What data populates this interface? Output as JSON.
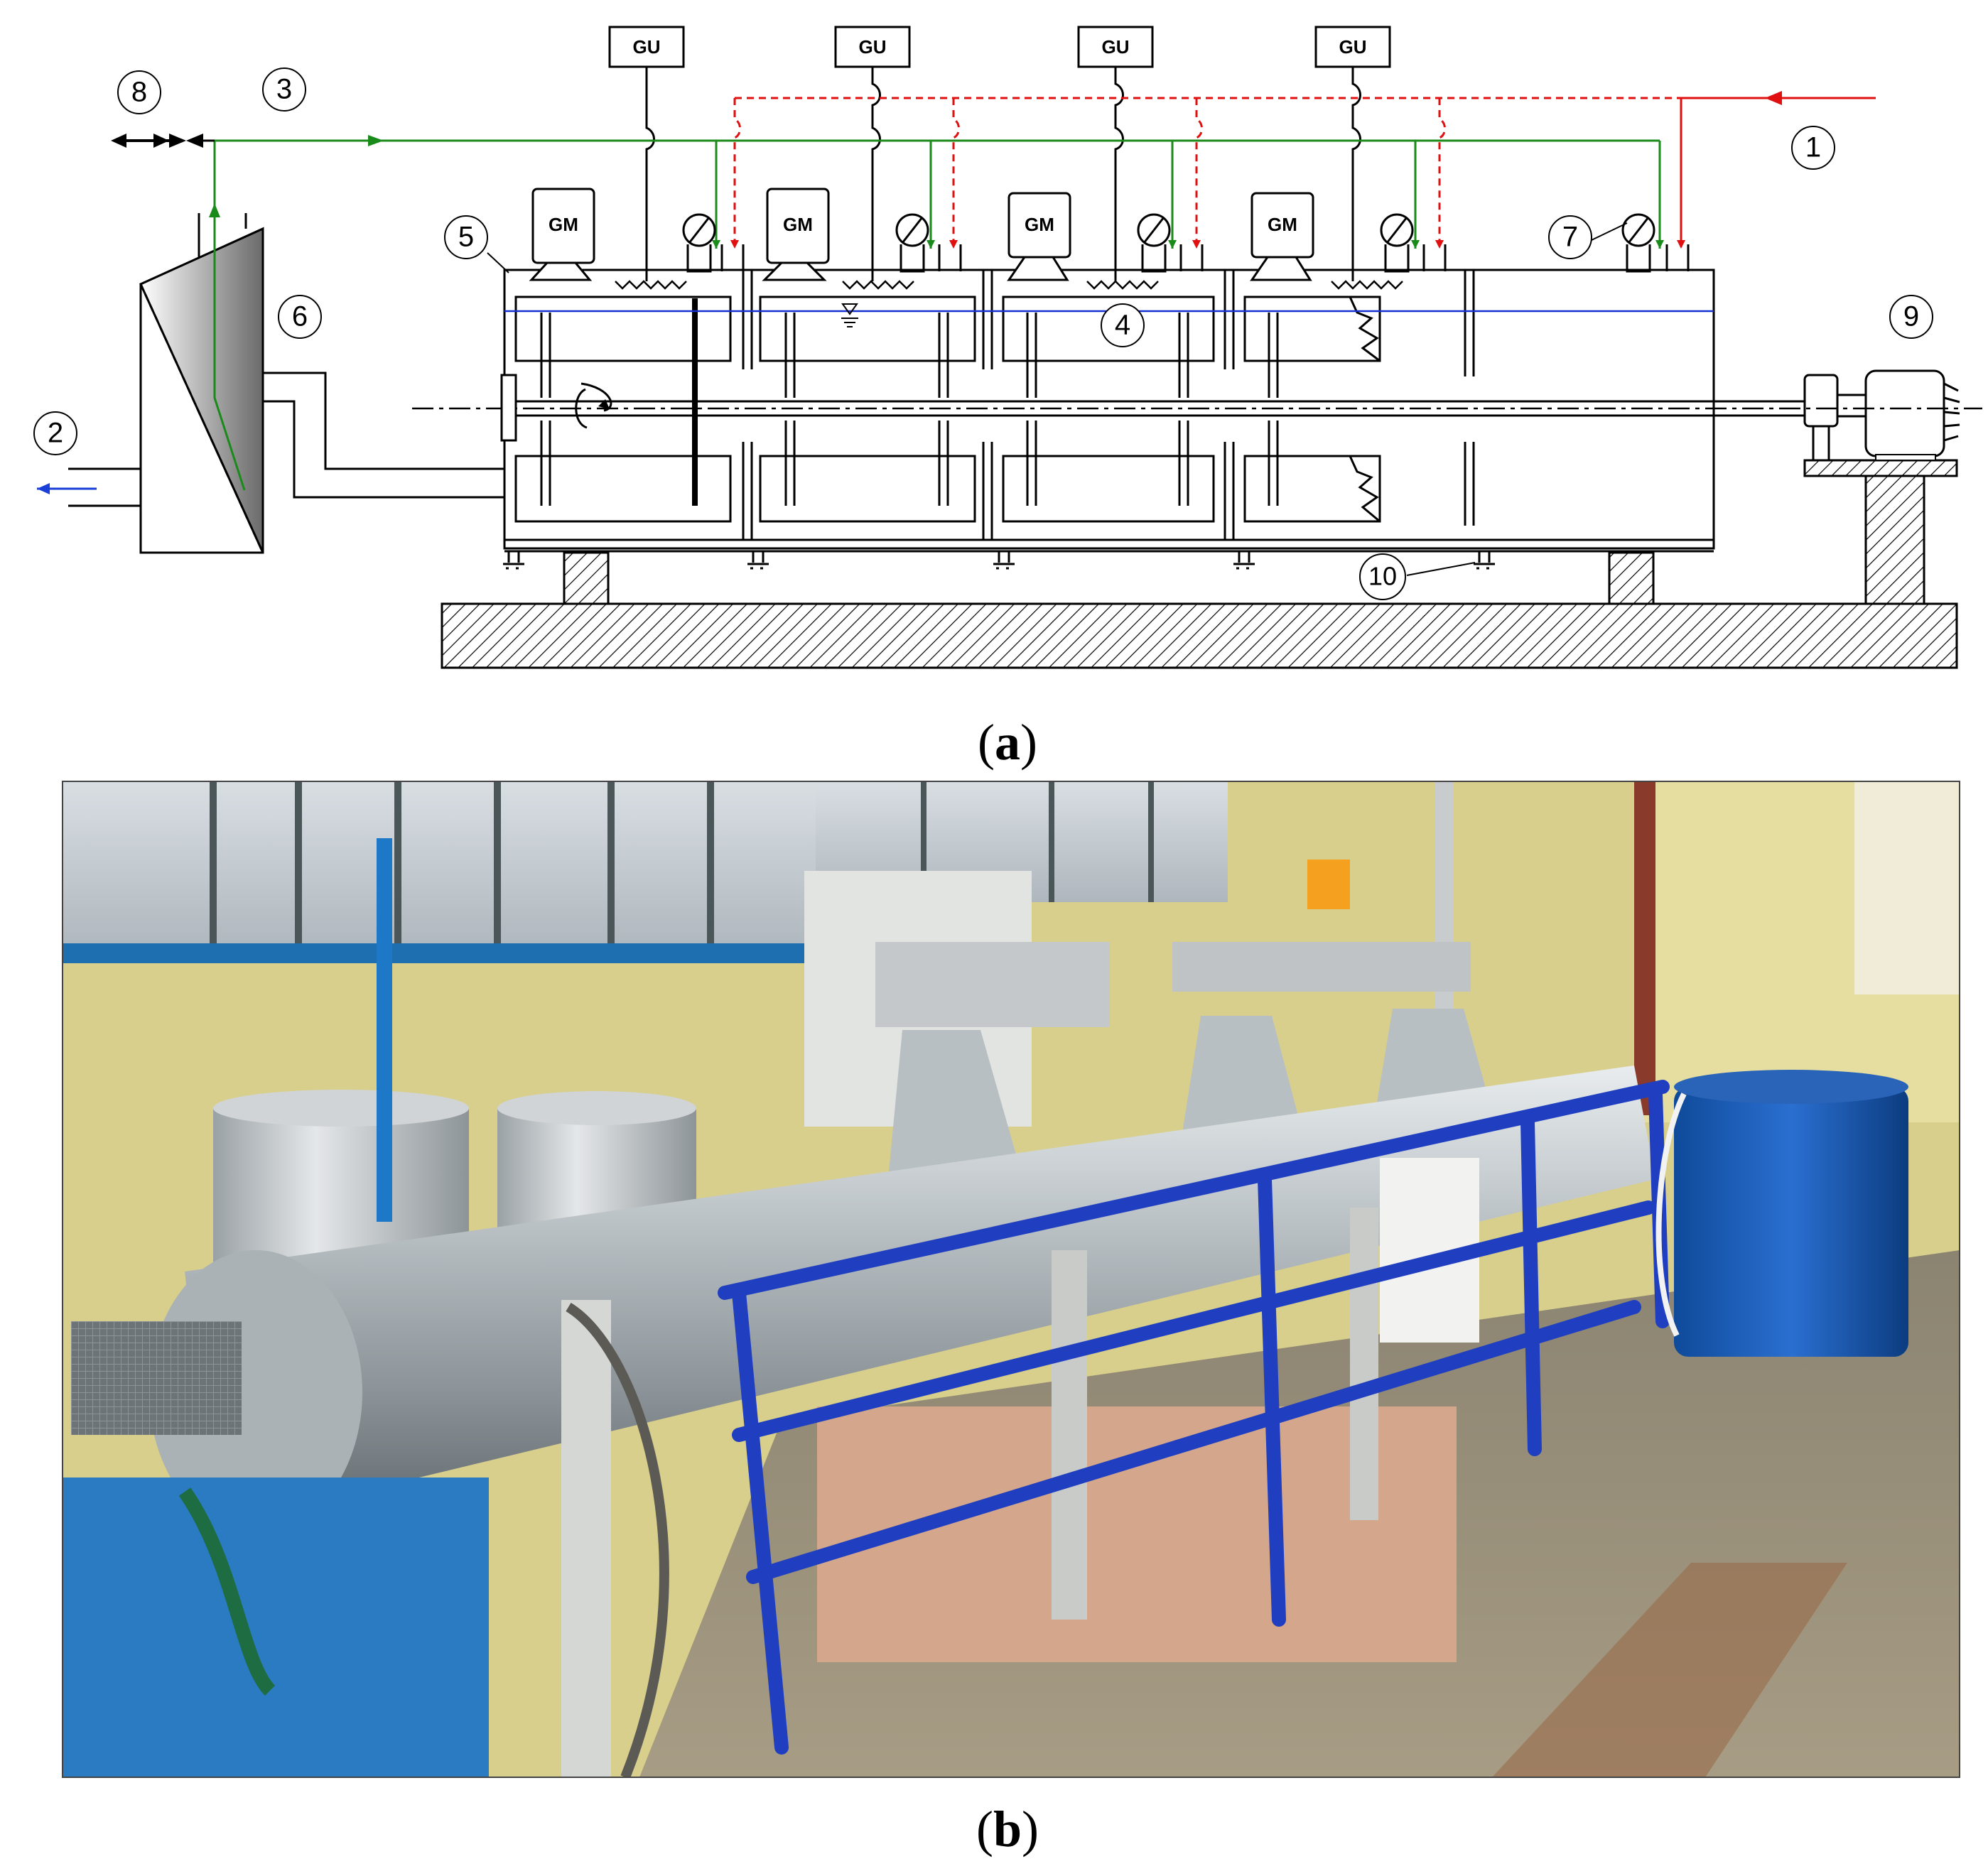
{
  "panel_a": {
    "caption": "(a)",
    "gu_label": "GU",
    "gm_label": "GM",
    "callouts": [
      "1",
      "2",
      "3",
      "4",
      "5",
      "6",
      "7",
      "8",
      "9",
      "10"
    ]
  },
  "panel_b": {
    "caption": "(b)"
  },
  "colors": {
    "line": "#000000",
    "gas_line": "#1a8a1a",
    "hot_line": "#e01010",
    "water_level": "#1530d0",
    "outlet_arrow": "#1a3fd8",
    "hatch": "#000000"
  }
}
